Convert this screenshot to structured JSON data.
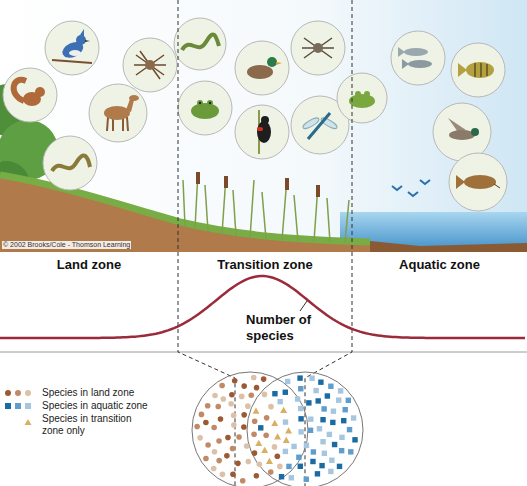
{
  "diagram": {
    "labels": [
      "© 2002 Brooks/Cole - Thomson Learning",
      "Land zone",
      "Transition zone",
      "Aquatic zone",
      "Number of species"
    ],
    "legend": [
      {
        "text": "Species in land zone",
        "color": "#9b5a34"
      },
      {
        "text": "Species in aquatic zone",
        "color": "#1a6aa3"
      },
      {
        "text": "Species in transition zone only"
      }
    ]
  }
}
